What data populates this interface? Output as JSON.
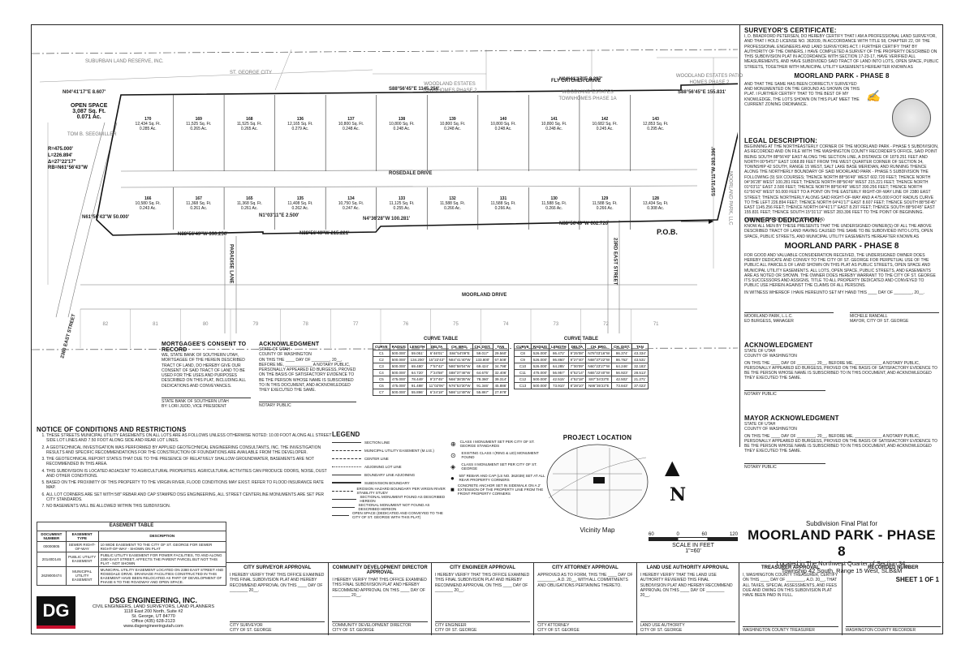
{
  "plat": {
    "title": "MOORLAND PARK - PHASE 8",
    "subtitle": "Subdivision Final Plat for",
    "location_1": "Located in The Northwest Quarter of Section 34,",
    "location_2": "Township 42 South, Range 15 West, SLB&M",
    "sheet": "SHEET 1 OF 1",
    "scale_label": "SCALE IN FEET",
    "scale_ratio": "1\"=60'",
    "scale_ticks": [
      "60",
      "0",
      "60",
      "120"
    ]
  },
  "map": {
    "north_label": "N",
    "roads": [
      "ROSEDALE DRIVE",
      "MOORLAND DRIVE",
      "23RD EAST STREET",
      "FLY CATCHER DRIVE",
      "PARADISE LANE",
      "2380 EAST STREET"
    ],
    "subdivisions": [
      "SUBURBAN LAND RESERVE, INC.",
      "ST. GEORGE CITY",
      "WOODLAND ESTATES TOWNHOMES PHASE 2",
      "WOODLAND ESTATES TOWNHOMES PHASE 1A",
      "WOODLAND ESTATES PATIO HOMES PHASE 2",
      "MOORLAND PARK, LLC",
      "TOM B. SEEGMILLER"
    ],
    "pob": "P.O.B.",
    "open_space": "OPEN SPACE",
    "open_space_area_sf": "3,087 Sq. Ft.",
    "open_space_area_ac": "0.071 Ac.",
    "curve": [
      "R=475.000'",
      "L=226.894'",
      "Δ=27°22'17\"",
      "RB=N61°56'43\"W"
    ],
    "bearings": [
      "N04°41'17\"E 8.607'",
      "S88°56'45\"E 1145.256'",
      "N04°41'17\"E 8.297'",
      "S88°56'45\"E 155.831'",
      "S15°31'11\"W 283.396'",
      "N61°56'43\"W 50.000'",
      "N88°56'49\"W 390.256'",
      "N1°03'11\"E 2.500'",
      "N88°56'49\"W 215.221'",
      "N4°36'28\"W 100.281'",
      "N88°56'49\"W 602.720'"
    ],
    "top_lots": [
      {
        "n": "170",
        "a": "12,434 Sq. Ft.",
        "ac": "0.285 Ac."
      },
      {
        "n": "169",
        "a": "11,525 Sq. Ft.",
        "ac": "0.265 Ac."
      },
      {
        "n": "168",
        "a": "11,525 Sq. Ft.",
        "ac": "0.265 Ac."
      },
      {
        "n": "136",
        "a": "12,165 Sq. Ft.",
        "ac": "0.279 Ac."
      },
      {
        "n": "137",
        "a": "10,800 Sq. Ft.",
        "ac": "0.248 Ac."
      },
      {
        "n": "138",
        "a": "10,800 Sq. Ft.",
        "ac": "0.248 Ac."
      },
      {
        "n": "139",
        "a": "10,800 Sq. Ft.",
        "ac": "0.248 Ac."
      },
      {
        "n": "140",
        "a": "10,800 Sq. Ft.",
        "ac": "0.248 Ac."
      },
      {
        "n": "141",
        "a": "10,800 Sq. Ft.",
        "ac": "0.248 Ac."
      },
      {
        "n": "142",
        "a": "10,682 Sq. Ft.",
        "ac": "0.245 Ac."
      },
      {
        "n": "143",
        "a": "12,853 Sq. Ft.",
        "ac": "0.295 Ac."
      }
    ],
    "bottom_lots": [
      {
        "n": "166",
        "a": "10,580 Sq. Ft.",
        "ac": "0.243 Ac."
      },
      {
        "n": "167",
        "a": "11,368 Sq. Ft.",
        "ac": "0.261 Ac."
      },
      {
        "n": "165",
        "a": "11,368 Sq. Ft.",
        "ac": "0.261 Ac."
      },
      {
        "n": "135",
        "a": "11,408 Sq. Ft.",
        "ac": "0.262 Ac."
      },
      {
        "n": "134",
        "a": "10,750 Sq. Ft.",
        "ac": "0.247 Ac."
      },
      {
        "n": "133",
        "a": "11,125 Sq. Ft.",
        "ac": "0.255 Ac."
      },
      {
        "n": "132",
        "a": "11,588 Sq. Ft.",
        "ac": "0.266 Ac."
      },
      {
        "n": "131",
        "a": "11,588 Sq. Ft.",
        "ac": "0.266 Ac."
      },
      {
        "n": "130",
        "a": "11,588 Sq. Ft.",
        "ac": "0.266 Ac."
      },
      {
        "n": "129",
        "a": "11,588 Sq. Ft.",
        "ac": "0.266 Ac."
      },
      {
        "n": "128",
        "a": "13,434 Sq. Ft.",
        "ac": "0.308 Ac."
      }
    ],
    "south_lots": [
      "82",
      "81",
      "80",
      "79",
      "78",
      "77",
      "76",
      "75",
      "74",
      "73",
      "72",
      "71"
    ]
  },
  "surveyor": {
    "heading": "SURVEYOR'S CERTIFICATE:",
    "text": "I, D. BRADFORD PETERSEN, DO HEREBY CERTIFY THAT I AM A PROFESSIONAL LAND SURVEYOR, AND THAT I HOLD LICENSE NO. 362039, IN ACCORDANCE WITH TITLE 58, CHAPTER 22, OF THE PROFESSIONAL ENGINEERS AND LAND SURVEYORS ACT. I FURTHER CERTIFY THAT BY AUTHORITY OF THE OWNERS, I HAVE COMPLETED A SURVEY OF THE PROPERTY DESCRIBED ON THIS SUBDIVISION PLAT IN ACCORDANCE WITH SECTION 17-23-17, HAVE VERIFIED ALL MEASUREMENTS, AND HAVE SUBDIVIDED SAID TRACT OF LAND INTO LOTS, OPEN SPACE, PUBLIC STREETS, TOGETHER WITH MUNICIPAL UTILITY EASEMENTS HEREAFTER KNOWN AS",
    "name": "MOORLAND PARK - PHASE 8",
    "text2": "AND THAT THE SAME HAS BEEN CORRECTLY SURVEYED AND MONUMENTED ON THE GROUND AS SHOWN ON THIS PLAT. I FURTHER CERTIFY THAT TO THE BEST OF MY KNOWLEDGE, THE LOTS SHOWN ON THIS PLAT MEET THE CURRENT ZONING ORDINANCE."
  },
  "legal": {
    "heading": "LEGAL DESCRIPTION:",
    "text": "BEGINNING AT THE NORTHEASTERLY CORNER OF THE MOORLAND PARK - PHASE 5 SUBDIVISION, AS RECORDED AND ON FILE WITH THE WASHINGTON COUNTY RECORDER'S OFFICE, SAID POINT BEING SOUTH 88°56'49\" EAST ALONG THE SECTION LINE, A DISTANCE OF 1879.251 FEET AND NORTH 00°54'57\" EAST 1068.89 FEET FROM THE WEST QUARTER CORNER OF SECTION 34, TOWNSHIP 42 SOUTH, RANGE 15 WEST, SALT LAKE BASE MERIDIAN, AND RUNNING THENCE ALONG THE NORTHERLY BOUNDARY OF SAID MOORLAND PARK - PHASE 5 SUBDIVISION THE FOLLOWING (9) SIX COURSES; THENCE NORTH 88°56'49\" WEST 602.720 FEET; THENCE NORTH 04°36'28\" WEST 100.281 FEET; THENCE NORTH 88°56'49\" WEST 215.221 FEET; THENCE NORTH 01°03'11\" EAST 2.500 FEET; THENCE NORTH 88°56'49\" WEST 390.256 FEET; THENCE NORTH 61°56'43\" WEST 50.000 FEET TO A POINT ON THE EASTERLY RIGHT-OF-WAY LINE OF 2380 EAST STREET; THENCE NORTHERLY ALONG SAID RIGHT-OF-WAY AND A 475.000 FOOT RADIUS CURVE TO THE LEFT 226.894 FEET; THENCE NORTH 04°41'17\" EAST 8.607 FEET; THENCE SOUTH 88°56'45\" EAST 1145.256 FEET; THENCE NORTH 04°41'17\" EAST 8.297 FEET; THENCE SOUTH 88°56'45\" EAST 155.831 FEET; THENCE SOUTH 15°31'11\" WEST 283.396 FEET TO THE POINT OF BEGINNING.",
    "contains": "CONTAINS 339,501 SQ. FT. (7.794 ACRES)"
  },
  "owner": {
    "heading": "OWNER'S DEDICATION:",
    "text": "KNOW ALL MEN BY THESE PRESENTS THAT THE UNDERSIGNED OWNER(S) OF ALL THE ABOVE DESCRIBED TRACT OF LAND HAVING CAUSED THE SAME TO BE SUBDIVIDED INTO LOTS, OPEN SPACE, PUBLIC STREETS, AND MUNICIPAL UTILITY EASEMENTS HEREAFTER KNOWN AS",
    "name": "MOORLAND PARK - PHASE 8",
    "text2": "FOR GOOD AND VALUABLE CONSIDERATION RECEIVED, THE UNDERSIGNED OWNER DOES HEREBY DEDICATE AND CONVEY TO THE CITY OF ST. GEORGE FOR PERPETUAL USE OF THE PUBLIC ALL PARCELS OF LAND SHOWN ON THIS PLAT AS PUBLIC STREETS, OPEN SPACE AND MUNICIPAL UTILITY EASEMENTS. ALL LOTS, OPEN SPACE, PUBLIC STREETS, AND EASEMENTS ARE AS NOTED OR SHOWN. THE OWNER DOES HEREBY WARRANT TO THE CITY OF ST. GEORGE ITS SUCCESSORS AND ASSIGNS, TITLE TO ALL PROPERTY DEDICATED AND CONVEYED TO PUBLIC USE HEREIN AGAINST THE CLAIMS OF ALL PERSONS.",
    "witness": "IN WITNESS WHEREOF I HAVE HEREUNTO SET MY HAND THIS ____ DAY OF ________, 20__.",
    "sig1": "MOORLAND PARK, L.L.C.",
    "sig1b": "ED BURGESS, MANAGER",
    "sig2": "MICHELE RANDALL",
    "sig2b": "MAYOR, CITY OF ST. GEORGE"
  },
  "ack": {
    "heading": "ACKNOWLEDGMENT",
    "state": "STATE OF UTAH",
    "county": "COUNTY OF WASHINGTON",
    "text": "ON THIS THE ____ DAY OF ________, 20__, BEFORE ME, ____________ A NOTARY PUBLIC, PERSONALLY APPEARED ED BURGESS, PROVED ON THE BASIS OF SATISFACTORY EVIDENCE TO BE THE PERSON WHOSE NAME IS SUBSCRIBED TO IN THIS DOCUMENT, AND ACKNOWLEDGED THEY EXECUTED THE SAME.",
    "notary": "NOTARY PUBLIC",
    "mayor_heading": "MAYOR ACKNOWLEDGMENT"
  },
  "mortgagee": {
    "heading": "MORTGAGEE'S CONSENT TO RECORD",
    "text": "WE, STATE BANK OF SOUTHERN UTAH, MORTGAGEE OF THE HEREIN DESCRIBED TRACT OF LAND, DO HEREBY GIVE OUR CONSENT OF SAID TRACT OF LAND TO BE USED FOR THE USES AND PURPOSES DESCRIBED ON THIS PLAT, INCLUDING ALL DEDICATIONS AND CONVEYANCES.",
    "sig": "STATE BANK OF SOUTHERN UTAH",
    "sigb": "BY: LORI JUDD, VICE PRESIDENT"
  },
  "curve_table": {
    "heading": "CURVE TABLE",
    "cols": [
      "CURVE",
      "RADIUS",
      "LENGTH",
      "DELTA",
      "CH. BRG.",
      "CH. DIST.",
      "TAN"
    ],
    "rows_left": [
      [
        "C1",
        "500.000'",
        "59.051'",
        "6°46'01\"",
        "S84°54'09\"E",
        "59.017'",
        "29.560'"
      ],
      [
        "C2",
        "500.000'",
        "134.200'",
        "15°22'43\"",
        "N84°41'40\"W",
        "133.800'",
        "67.508'"
      ],
      [
        "C3",
        "500.000'",
        "69.480'",
        "7°57'42\"",
        "N80°58'04\"W",
        "69.424'",
        "34.798'"
      ],
      [
        "C4",
        "500.000'",
        "64.720'",
        "7°24'58\"",
        "S88°37'46\"W",
        "64.675'",
        "32.406'"
      ],
      [
        "C5",
        "475.000'",
        "78.449'",
        "9°27'45\"",
        "N66°38'35\"W",
        "78.360'",
        "39.314'"
      ],
      [
        "C6",
        "475.000'",
        "91.488'",
        "11°02'06\"",
        "N76°53'30\"W",
        "91.346'",
        "45.886'"
      ],
      [
        "C7",
        "500.000'",
        "55.896'",
        "6°24'18\"",
        "N86°12'48\"W",
        "55.867'",
        "27.978'"
      ]
    ],
    "rows_right": [
      [
        "C8",
        "526.000'",
        "86.472'",
        "9°25'08\"",
        "N78°03'16\"W",
        "86.374'",
        "43.334'"
      ],
      [
        "C9",
        "526.000'",
        "86.860'",
        "9°27'40\"",
        "N68°37'22\"W",
        "86.762'",
        "43.531'"
      ],
      [
        "C10",
        "526.000'",
        "64.285'",
        "7°00'09\"",
        "N60°23'27\"W",
        "64.246'",
        "32.183'"
      ],
      [
        "C11",
        "475.000'",
        "56.957'",
        "6°52'14\"",
        "N65°22'40\"W",
        "56.923'",
        "28.513'"
      ],
      [
        "C12",
        "500.000'",
        "42.515'",
        "4°52'18\"",
        "S87°34'23\"E",
        "42.502'",
        "21.271'"
      ],
      [
        "C13",
        "500.000'",
        "73.910'",
        "8°28'10\"",
        "N86°35'23\"E",
        "73.843'",
        "37.023'"
      ]
    ]
  },
  "conditions": {
    "heading": "NOTICE OF CONDITIONS AND RESTRICTIONS",
    "items": [
      "THESE STREETS MUNICIPAL UTILITY EASEMENTS ON ALL LOTS ARE AS FOLLOWS UNLESS OTHERWISE NOTED: 10.00 FOOT ALONG ALL STREET SIDE LOT LINES AND 7.50 FOOT ALONG SIDE AND REAR LOT LINES.",
      "A GEOTECHNICAL INVESTIGATION WAS PERFORMED BY APPLIED GEOTECHNICAL ENGINEERING CONSULTANTS, INC. THE INVESTIGATION RESULTS AND SPECIFIC RECOMMENDATIONS FOR THE CONSTRUCTION OF FOUNDATIONS ARE AVAILABLE FROM THE DEVELOPER.",
      "THE GEOTECHNICAL REPORT STATES THAT DUE TO THE PRESENCE OF RELATIVELY SHALLOW GROUNDWATER, BASEMENTS ARE NOT RECOMMENDED IN THIS AREA.",
      "THIS SUBDIVISION IS LOCATED ADJACENT TO AGRICULTURAL PROPERTIES. AGRICULTURAL ACTIVITIES CAN PRODUCE ODORS, NOISE, DUST AND OTHER CONDITIONS.",
      "BASED ON THE PROXIMITY OF THIS PROPERTY TO THE VIRGIN RIVER, FLOOD CONDITIONS MAY EXIST. REFER TO FLOOD INSURANCE RATE MAP.",
      "ALL LOT CORNERS ARE SET WITH 5/8\" REBAR AND CAP STAMPED DSG ENGINEERING, ALL STREET CENTERLINE MONUMENTS ARE SET PER CITY STANDARDS.",
      "NO BASEMENTS WILL BE ALLOWED WITHIN THIS SUBDIVISION."
    ]
  },
  "easement": {
    "heading": "EASEMENT TABLE",
    "cols": [
      "DOCUMENT NUMBER",
      "EASEMENT TYPE",
      "DESCRIPTION"
    ],
    "rows": [
      [
        "00000805",
        "SEWER RIGHT-OF-WAY",
        "10 WIDE EASEMENT TO THE CITY OF ST. GEORGE FOR SEWER RIGHT-OF-WAY - SHOWN ON PLAT"
      ],
      [
        "20140D146",
        "PUBLIC UTILITY EASEMENT",
        "PUBLIC UTILITY EASEMENT FOR POWER FACILITIES, TO AND ALONG 2380 EAST STREET. AFFECTS THE PARENT PARCEL BUT NOT THIS PLAT - NOT SHOWN"
      ],
      [
        "2629000474",
        "MUNICIPAL UTILITY EASEMENT",
        "MUNICIPAL UTILITY EASEMENT LOCATED ON 2380 EAST STREET AND ROSEDALE DRIVE. DRAINAGE FACILITIES CONSTRUCTED IN THIS EASEMENT HAVE BEEN RELOCATED AS PART OF DEVELOPMENT OF PHASE 6 TO THE ROADWAY AND OPEN SPACE."
      ]
    ]
  },
  "legend": {
    "heading": "LEGEND",
    "items": [
      "SECTION LINE",
      "MUNICIPAL UTILITY EASEMENT (M.U.E.)",
      "CENTER LINE",
      "ADJOINING LOT LINE",
      "BOUNDARY LINE ADJOINING",
      "SUBDIVISION BOUNDARY",
      "EROSION HAZARD BOUNDARY PER VIRGIN RIVER STABILITY STUDY",
      "SECTIONAL MONUMENT FOUND AS DESCRIBED HEREON",
      "SECTIONAL MONUMENT NOT FOUND AS DESCRIBED HEREON",
      "OPEN SPACE (DEDICATED AND CONVEYED TO THE CITY OF ST. GEORGE WITH THIS PLAT)"
    ],
    "items2": [
      "CLASS I MONUMENT SET PER CITY OF ST. GEORGE STANDARDS",
      "EXISTING CLASS I (RING & LID) MONUMENT FOUND",
      "CLASS II MONUMENT SET PER CITY OF ST. GEORGE",
      "5/8\" REBAR AND CAP (LS NO. 362039) SET AT ALL REAR PROPERTY CORNERS",
      "CONCRETE ANCHOR SET IN SIDEWALK ON A 2' EXTENSION OF THE PROPERTY LINE FROM THE FRONT PROPERTY CORNERS"
    ]
  },
  "project": {
    "heading": "PROJECT LOCATION",
    "vicinity": "Vicinity Map"
  },
  "approvals": [
    {
      "title": "CITY SURVEYOR APPROVAL",
      "text": "I HEREBY VERIFY THAT THIS OFFICE EXAMINED THIS FINAL SUBDIVISION PLAT AND HEREBY RECOMMEND APPROVAL ON THIS ____ DAY OF ________ 20__.",
      "sig": "CITY SURVEYOR",
      "sigb": "CITY OF ST. GEORGE"
    },
    {
      "title": "COMMUNITY DEVELOPMENT DIRECTOR APPROVAL",
      "text": "I HEREBY VERIFY THAT THIS OFFICE EXAMINED THIS FINAL SUBDIVISION PLAT AND HEREBY RECOMMEND APPROVAL ON THIS ____ DAY OF ________ 20__.",
      "sig": "COMMUNITY DEVELOPMENT DIRECTOR",
      "sigb": "CITY OF ST. GEORGE"
    },
    {
      "title": "CITY ENGINEER APPROVAL",
      "text": "I HEREBY VERIFY THAT THIS OFFICE EXAMINED THIS FINAL SUBDIVISION PLAT AND HEREBY RECOMMEND APPROVAL ON THIS ____ DAY OF ________ 20__.",
      "sig": "CITY ENGINEER",
      "sigb": "CITY OF ST. GEORGE"
    },
    {
      "title": "CITY ATTORNEY APPROVAL",
      "text": "APPROVED AS TO FORM, THIS THE ____ DAY OF ________, A.D. 20__, WITH ALL COMMITMENTS AND OBLIGATIONS PERTAINING THERETO.",
      "sig": "CITY ATTORNEY",
      "sigb": "CITY OF ST. GEORGE"
    },
    {
      "title": "LAND USE AUTHORITY APPROVAL",
      "text": "I HEREBY VERIFY THAT THE LAND USE AUTHORITY REVIEWED THIS FINAL SUBDIVISION PLAT AND HEREBY RECOMMEND APPROVAL ON THIS ____ DAY OF ________ 20__.",
      "sig": "LAND USE AUTHORITY",
      "sigb": "CITY OF ST. GEORGE"
    },
    {
      "title": "TREASURER APPROVAL",
      "text": "I, WASHINGTON COUNTY TREASURER, CERTIFY ON THIS ____ DAY OF ________, A.D. 20__, THAT ALL TAXES, SPECIAL ASSESSMENTS, AND FEES DUE AND OWING ON THIS SUBDIVISION PLAT HAVE BEEN PAID IN FULL.",
      "sig": "WASHINGTON COUNTY TREASURER",
      "sigb": ""
    },
    {
      "title": "RECORDED NUMBER",
      "text": "",
      "sig": "WASHINGTON COUNTY RECORDER",
      "sigb": ""
    }
  ],
  "company": {
    "logo": "DG",
    "name": "DSG ENGINEERING, INC.",
    "tagline": "CIVIL ENGINEERS, LAND SURVEYORS, LAND PLANNERS",
    "address1": "1118 East 200 North, Suite #2",
    "address2": "St. George, UT 84770",
    "phone": "Office (435) 628-2123",
    "web": "www.dsgengineeringutah.com"
  }
}
